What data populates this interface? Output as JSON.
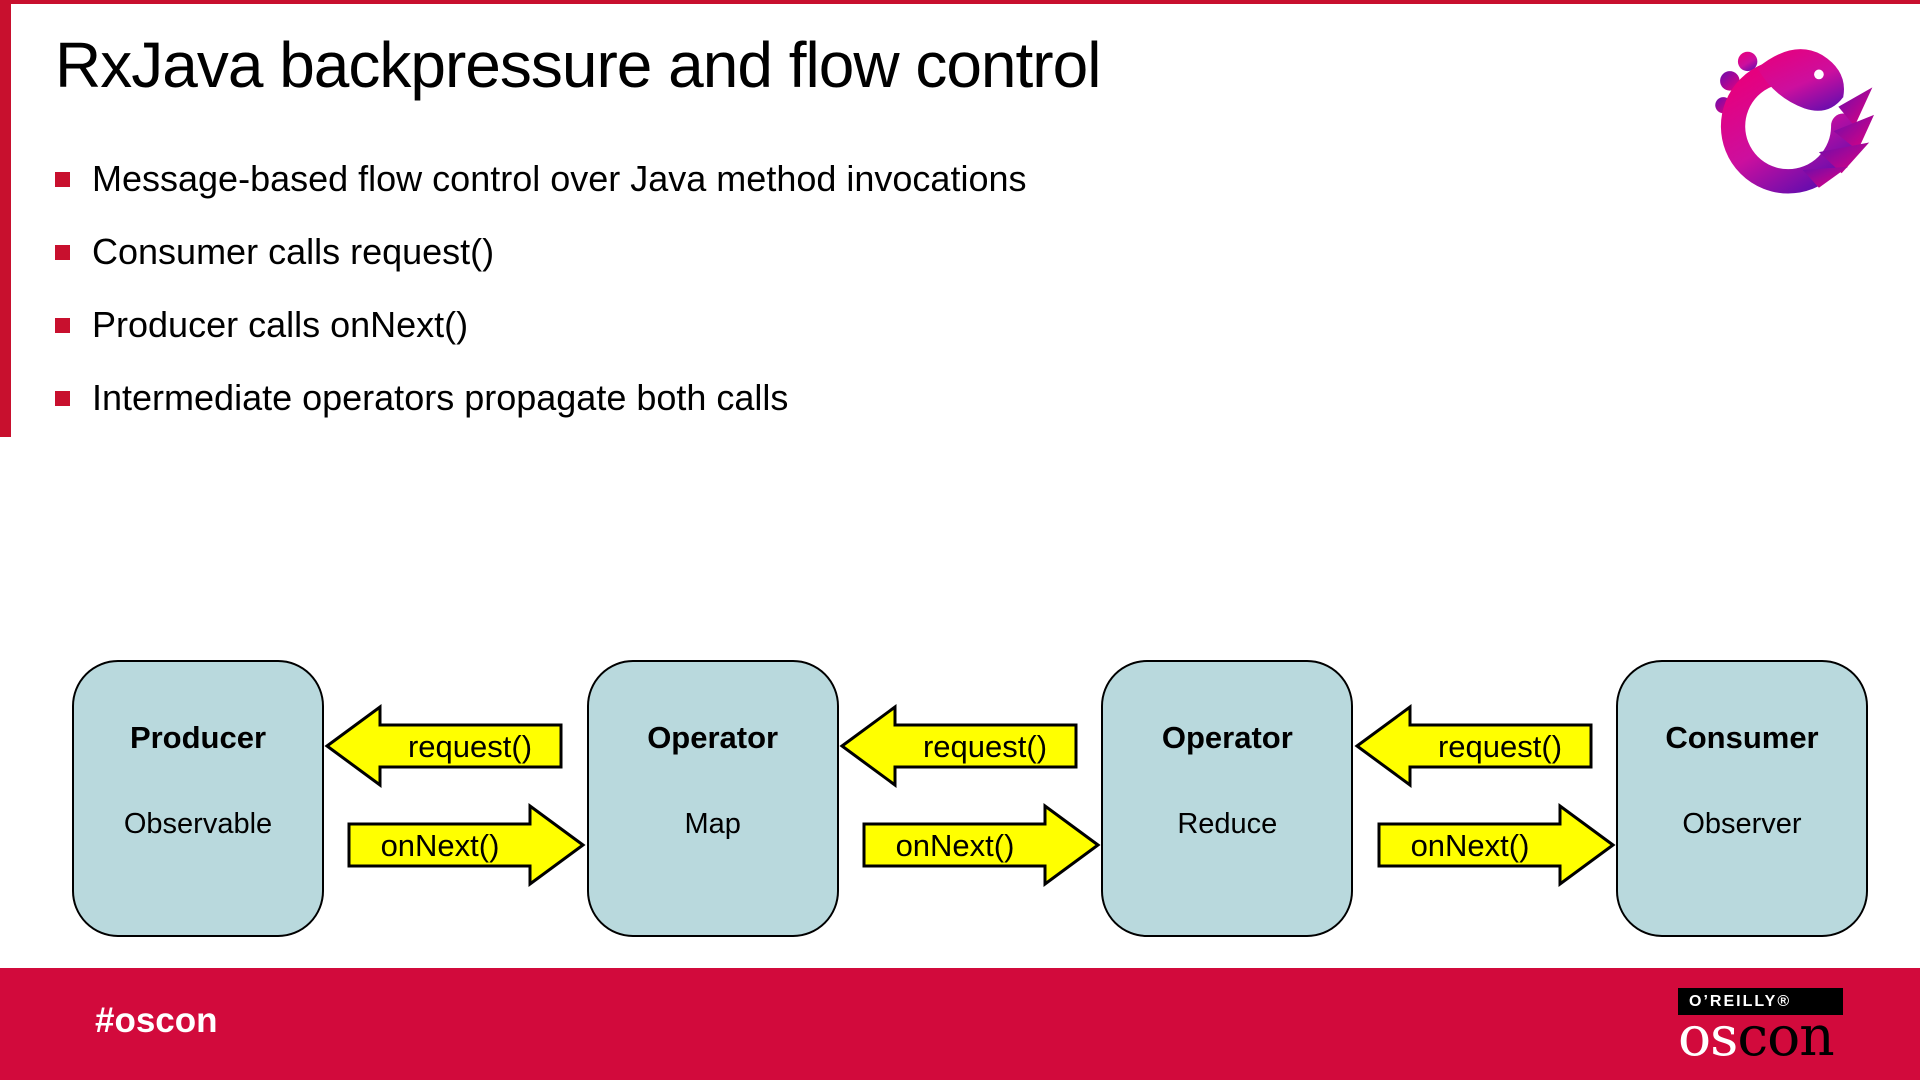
{
  "slide": {
    "title": "RxJava backpressure and flow control",
    "bullets": [
      "Message-based flow control over Java method invocations",
      "Consumer calls request()",
      "Producer calls onNext()",
      "Intermediate operators propagate both calls"
    ]
  },
  "diagram": {
    "nodes": [
      {
        "title": "Producer",
        "subtitle": "Observable"
      },
      {
        "title": "Operator",
        "subtitle": "Map"
      },
      {
        "title": "Operator",
        "subtitle": "Reduce"
      },
      {
        "title": "Consumer",
        "subtitle": "Observer"
      }
    ],
    "links": [
      {
        "back_label": "request()",
        "forward_label": "onNext()"
      },
      {
        "back_label": "request()",
        "forward_label": "onNext()"
      },
      {
        "back_label": "request()",
        "forward_label": "onNext()"
      }
    ]
  },
  "footer": {
    "hashtag": "#oscon",
    "oreilly_wordmark": "O’REILLY®",
    "oscon_wordmark_light": "os",
    "oscon_wordmark_dark": "con"
  },
  "colors": {
    "accent_red": "#c8102e",
    "footer_red": "#d20a3c",
    "box_fill": "#b9d9dd",
    "arrow_yellow": "#ffff00",
    "logo_magenta": "#e6007e",
    "logo_purple": "#6a0dad",
    "text_black": "#000000",
    "footer_text_white": "#ffffff"
  }
}
